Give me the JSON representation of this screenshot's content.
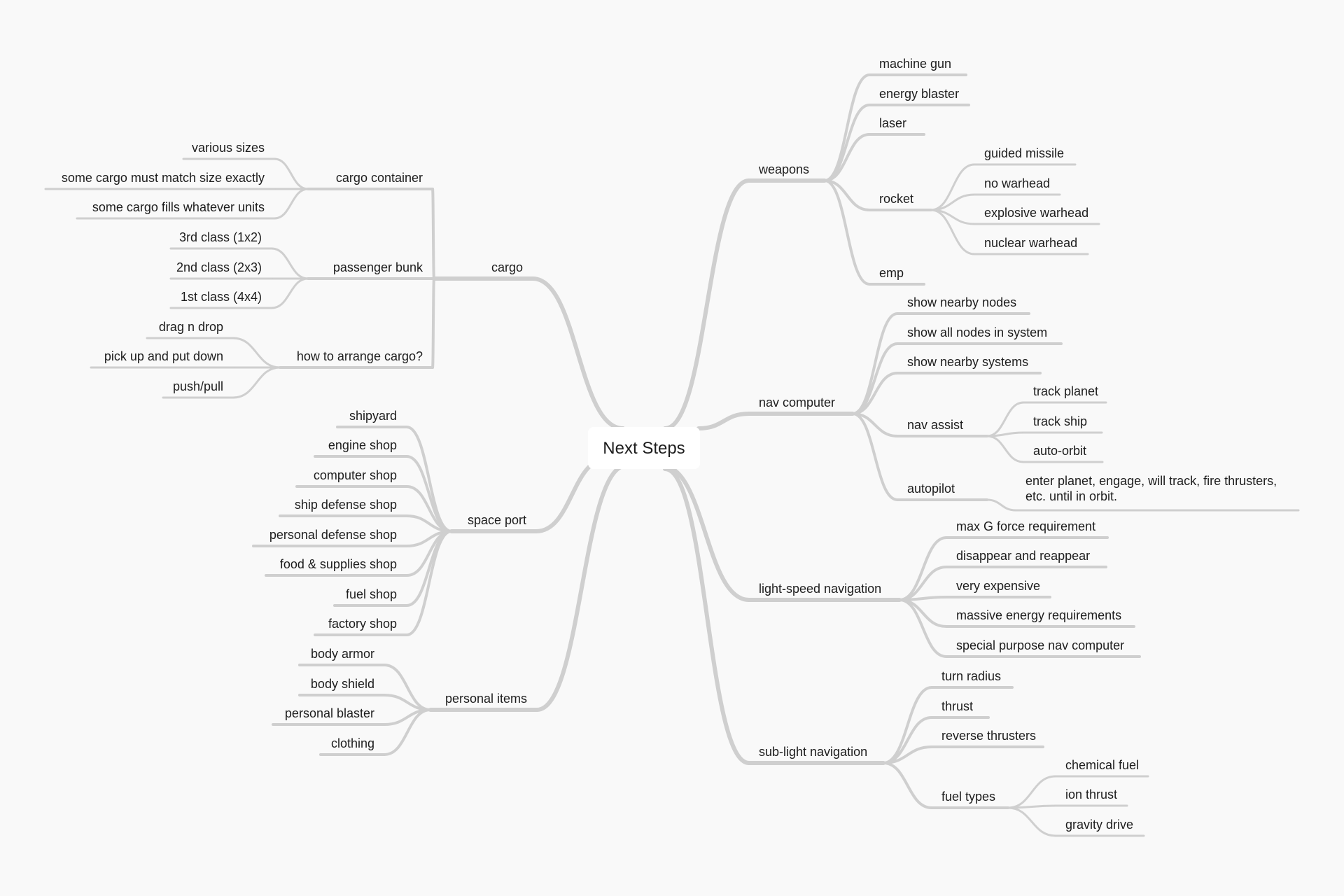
{
  "map": {
    "root": "Next Steps",
    "left": [
      {
        "label": "cargo",
        "children": [
          {
            "label": "cargo container",
            "children": [
              {
                "label": "various sizes"
              },
              {
                "label": "some cargo must match size exactly"
              },
              {
                "label": "some cargo fills whatever units"
              }
            ]
          },
          {
            "label": "passenger bunk",
            "children": [
              {
                "label": "3rd class (1x2)"
              },
              {
                "label": "2nd class (2x3)"
              },
              {
                "label": "1st class (4x4)"
              }
            ]
          },
          {
            "label": "how to arrange cargo?",
            "children": [
              {
                "label": "drag n drop"
              },
              {
                "label": "pick up and put down"
              },
              {
                "label": "push/pull"
              }
            ]
          }
        ]
      },
      {
        "label": "space port",
        "children": [
          {
            "label": "shipyard"
          },
          {
            "label": "engine shop"
          },
          {
            "label": "computer shop"
          },
          {
            "label": "ship defense shop"
          },
          {
            "label": "personal defense shop"
          },
          {
            "label": "food & supplies shop"
          },
          {
            "label": "fuel shop"
          },
          {
            "label": "factory shop"
          }
        ]
      },
      {
        "label": "personal items",
        "children": [
          {
            "label": "body armor"
          },
          {
            "label": "body shield"
          },
          {
            "label": "personal blaster"
          },
          {
            "label": "clothing"
          }
        ]
      }
    ],
    "right": [
      {
        "label": "weapons",
        "children": [
          {
            "label": "machine gun"
          },
          {
            "label": "energy blaster"
          },
          {
            "label": "laser"
          },
          {
            "label": "rocket",
            "children": [
              {
                "label": "guided missile"
              },
              {
                "label": "no warhead"
              },
              {
                "label": "explosive warhead"
              },
              {
                "label": "nuclear warhead"
              }
            ]
          },
          {
            "label": "emp"
          }
        ]
      },
      {
        "label": "nav computer",
        "children": [
          {
            "label": "show nearby nodes"
          },
          {
            "label": "show all nodes in system"
          },
          {
            "label": "show nearby systems"
          },
          {
            "label": "nav assist",
            "children": [
              {
                "label": "track planet"
              },
              {
                "label": "track ship"
              },
              {
                "label": "auto-orbit"
              }
            ]
          },
          {
            "label": "autopilot",
            "children": [
              {
                "label": "enter planet, engage, will track, fire thrusters,",
                "label2": "etc. until in orbit."
              }
            ]
          }
        ]
      },
      {
        "label": "light-speed navigation",
        "children": [
          {
            "label": "max G force requirement"
          },
          {
            "label": "disappear and reappear"
          },
          {
            "label": "very expensive"
          },
          {
            "label": "massive energy requirements"
          },
          {
            "label": "special purpose nav computer"
          }
        ]
      },
      {
        "label": "sub-light navigation",
        "children": [
          {
            "label": "turn radius"
          },
          {
            "label": "thrust"
          },
          {
            "label": "reverse thrusters"
          },
          {
            "label": "fuel types",
            "children": [
              {
                "label": "chemical fuel"
              },
              {
                "label": "ion thrust"
              },
              {
                "label": "gravity drive"
              }
            ]
          }
        ]
      }
    ]
  }
}
